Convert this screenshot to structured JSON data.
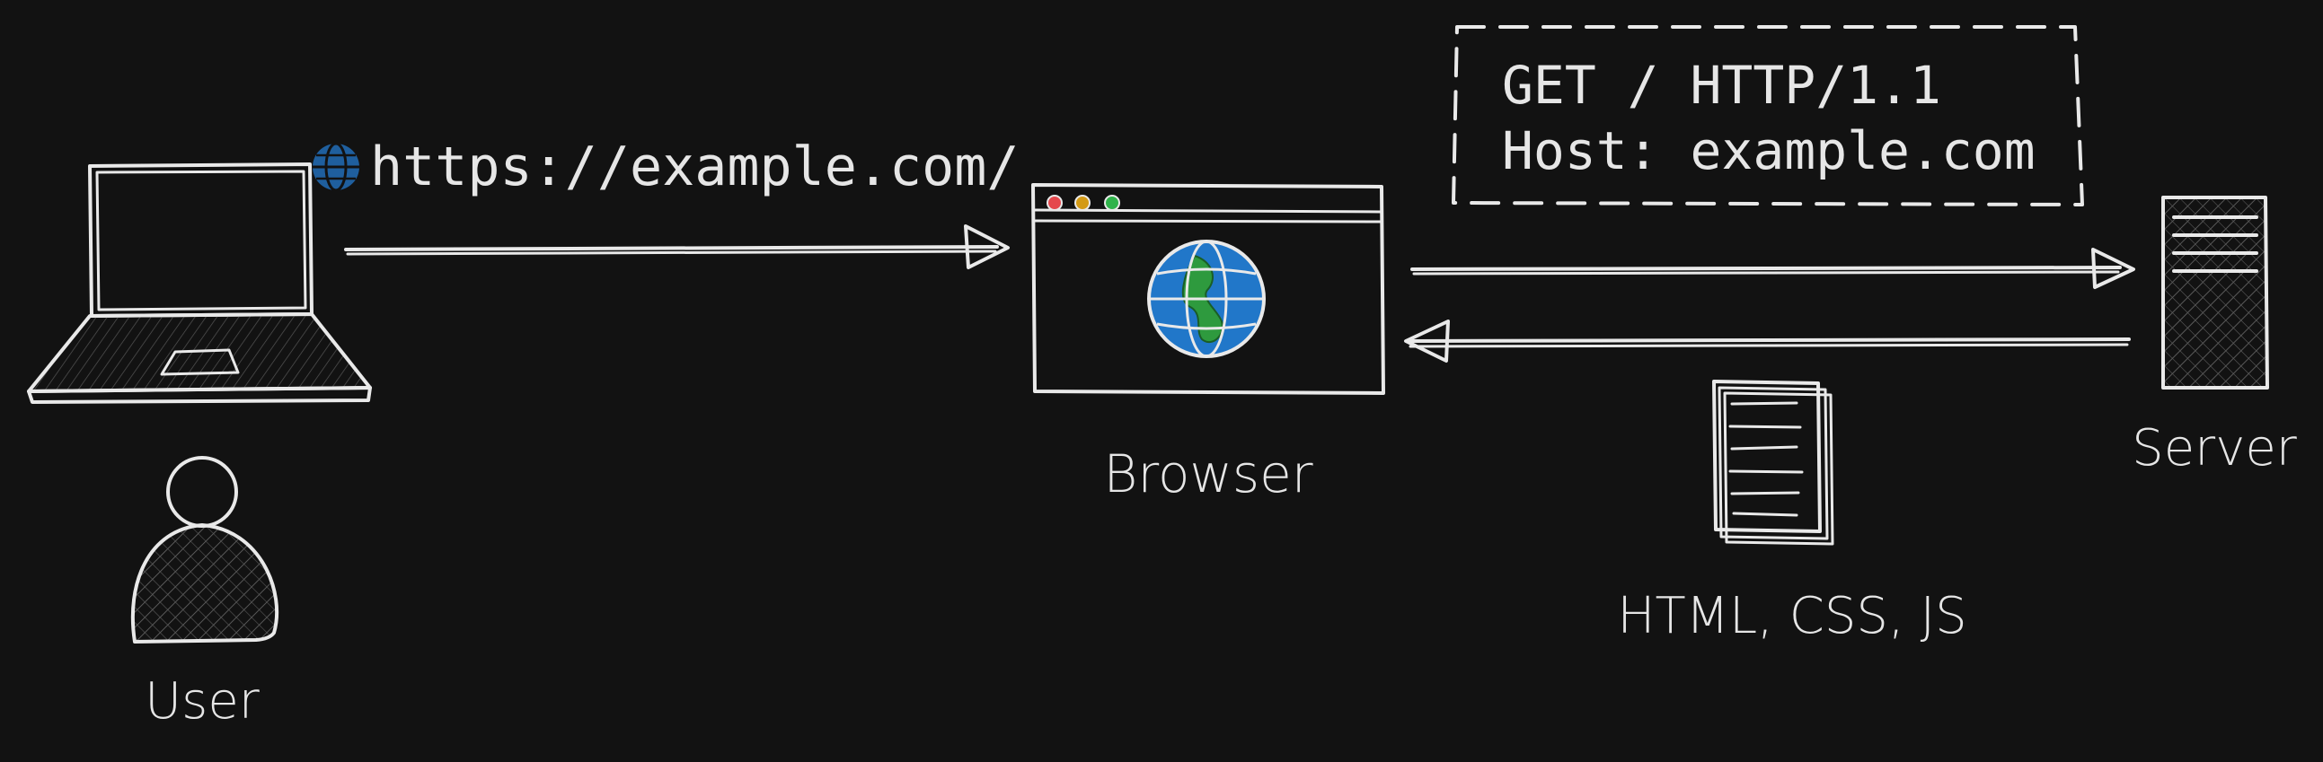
{
  "labels": {
    "user": "User",
    "browser": "Browser",
    "server": "Server",
    "resources": "HTML, CSS, JS"
  },
  "url": {
    "text": "https://example.com/",
    "icon": "globe-icon"
  },
  "request": {
    "line1": "GET / HTTP/1.1",
    "line2": "Host: example.com"
  },
  "colors": {
    "background": "#121212",
    "stroke": "#e9e9e9",
    "globe_icon": "#1f5f9e",
    "globe_land": "#2e9a3e",
    "traffic_red": "#e5484d",
    "traffic_yellow": "#d39a16",
    "traffic_green": "#2fb34a"
  }
}
